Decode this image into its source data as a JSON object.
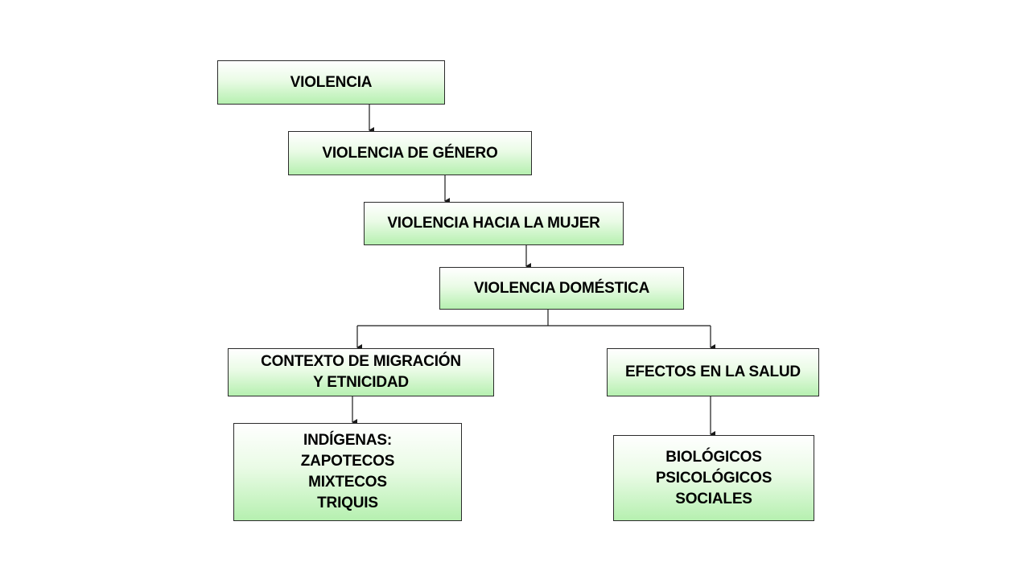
{
  "diagram": {
    "nodes": {
      "violencia": {
        "lines": [
          "VIOLENCIA"
        ]
      },
      "genero": {
        "lines": [
          "VIOLENCIA DE GÉNERO"
        ]
      },
      "mujer": {
        "lines": [
          "VIOLENCIA HACIA LA MUJER"
        ]
      },
      "domestica": {
        "lines": [
          "VIOLENCIA DOMÉSTICA"
        ]
      },
      "contexto": {
        "lines": [
          "CONTEXTO DE MIGRACIÓN",
          "Y ETNICIDAD"
        ]
      },
      "efectos": {
        "lines": [
          "EFECTOS EN LA SALUD"
        ]
      },
      "indigenas": {
        "lines": [
          "INDÍGENAS:",
          "ZAPOTECOS",
          "MIXTECOS",
          "TRIQUIS"
        ]
      },
      "tipos": {
        "lines": [
          "BIOLÓGICOS",
          "PSICOLÓGICOS",
          "SOCIALES"
        ]
      }
    },
    "colors": {
      "box_top": "#ffffff",
      "box_bottom": "#b6f0b0",
      "border": "#2b2b2b",
      "connector": "#1a1a1a"
    }
  }
}
